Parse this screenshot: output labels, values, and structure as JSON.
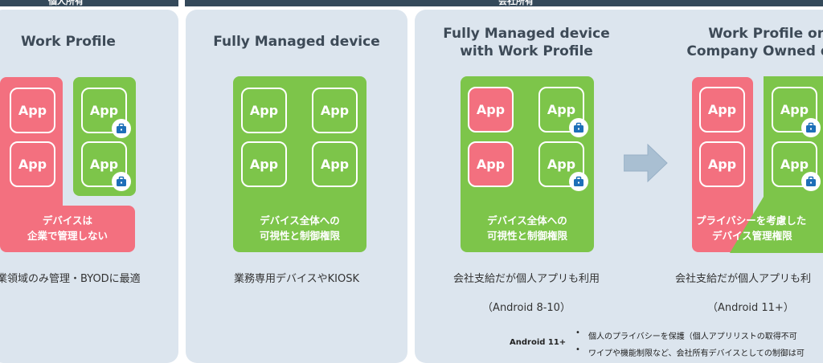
{
  "headers": {
    "personal": "個人所有",
    "company": "会社所有"
  },
  "app_label": "App",
  "panels": {
    "work_profile": {
      "title": "Work Profile",
      "caption_line1": "デバイスは",
      "caption_line2": "企業で管理しない",
      "description": "業領域のみ管理・BYODに最適"
    },
    "fully_managed": {
      "title": "Fully Managed device",
      "caption_line1": "デバイス全体への",
      "caption_line2": "可視性と制御権限",
      "description": "業務専用デバイスやKIOSK"
    },
    "fmwp": {
      "title_line1": "Fully Managed device",
      "title_line2": "with Work Profile",
      "caption_line1": "デバイス全体への",
      "caption_line2": "可視性と制御権限",
      "description": "会社支給だが個人アプリも利用",
      "version": "（Android 8-10）"
    },
    "wpcod": {
      "title_line1": "Work Profile on",
      "title_line2": "Company Owned dev",
      "caption_line1": "プライバシーを考慮した",
      "caption_line2": "デバイス管理権限",
      "description": "会社支給だが個人アプリも利",
      "version": "（Android 11+）"
    }
  },
  "notes": {
    "label": "Android 11+",
    "items": [
      "個人のプライバシーを保護（個人アプリリストの取得不可",
      "ワイプや機能制限など、会社所有デバイスとしての制御は可"
    ]
  },
  "colors": {
    "green": "#7dc54a",
    "pink": "#f3707f",
    "panel": "#dce5ee",
    "header": "#34495a",
    "arrow": "#a9bfd2"
  }
}
